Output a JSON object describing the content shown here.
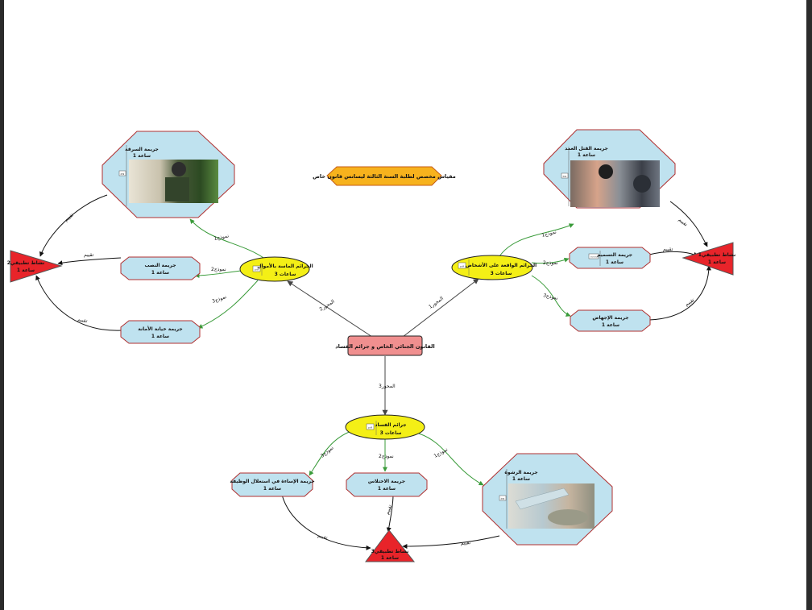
{
  "title": "مقياس مخصص لطلبة السنة الثالثة ليسانس قانون خاص",
  "center": "القانون الجنائي الخاص و جرائم الفساد",
  "axes": {
    "a1": "المحور1",
    "a2": "المحور2",
    "a3": "المحور3"
  },
  "persons": {
    "title": "الجرائم الواقعة على الأشخاص",
    "hours": "ساعات 3",
    "murder": {
      "title": "جريمة القتل العمد",
      "hours": "ساعة 1"
    },
    "poison": {
      "title": "جريمة التسميم",
      "hours": "ساعة 1"
    },
    "abortion": {
      "title": "جريمة الإجهاض",
      "hours": "ساعة 1"
    },
    "activity": {
      "title": "نشاط تطبيقي1",
      "hours": "ساعة 1"
    },
    "code_badge": "ccccc"
  },
  "property": {
    "title": "الجرائم الماسة بالأموال",
    "hours": "ساعات 3",
    "theft": {
      "title": "جريمة السرقة",
      "hours": "ساعة 1"
    },
    "fraud": {
      "title": "جريمة النصب",
      "hours": "ساعة 1"
    },
    "breach": {
      "title": "جريمة خيانة الأمانة",
      "hours": "ساعة 1"
    },
    "activity": {
      "title": "نشاط تطبيقي2",
      "hours": "ساعة 1"
    }
  },
  "corruption": {
    "title": "جرائم الفساد",
    "hours": "ساعات 3",
    "bribery": {
      "title": "جريمة الرشوة",
      "hours": "ساعة 1"
    },
    "embezzle": {
      "title": "جريمة الاختلاس",
      "hours": "ساعة 1"
    },
    "abuse": {
      "title": "جريمة الإساءة في استغلال الوظيفة",
      "hours": "ساعة 1"
    },
    "activity": {
      "title": "نشاط تطبيقي3",
      "hours": "ساعة 1"
    }
  },
  "edge_labels": {
    "model1": "نموذج1",
    "model2": "نموذج2",
    "model3": "نموذج3",
    "evaluation": "تقييم"
  },
  "badges": {
    "image": "jpg",
    "doc": "pdf"
  },
  "colors": {
    "yellow": "#f4ef16",
    "blue": "#bfe2ef",
    "octagon_stroke": "#b03030",
    "triangle": "#e8242a",
    "center": "#f08f8f",
    "orange": "#f7b21d",
    "green_line": "#3a9b3a"
  }
}
